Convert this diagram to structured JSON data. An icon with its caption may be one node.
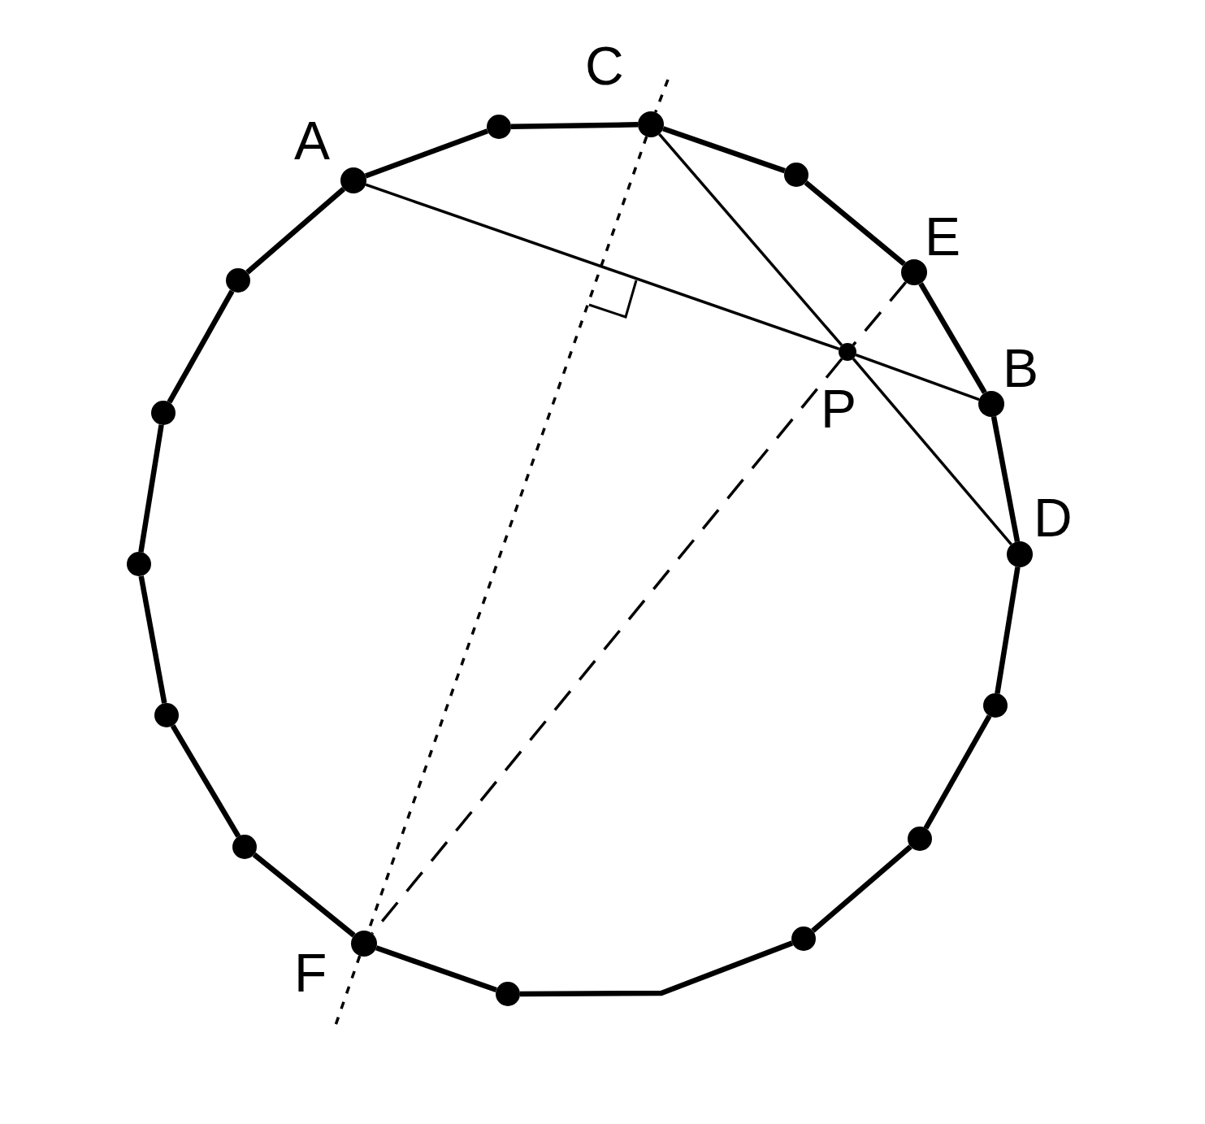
{
  "diagram": {
    "nodes": [
      {
        "text": [],
        "shape": "circle",
        "beside": [
          "A"
        ]
      },
      {
        "text": [],
        "shape": "circle"
      },
      {
        "text": [],
        "shape": "circle",
        "beside": [
          "C"
        ]
      },
      {
        "text": [],
        "shape": "circle"
      },
      {
        "text": [],
        "shape": "circle",
        "beside": [
          "E"
        ]
      },
      {
        "text": [],
        "shape": "circle",
        "beside": [
          "B"
        ]
      },
      {
        "text": [],
        "shape": "circle",
        "beside": [
          "D"
        ]
      },
      {
        "text": [],
        "shape": "circle"
      },
      {
        "text": [],
        "shape": "circle"
      },
      {
        "text": [],
        "shape": "circle"
      },
      {
        "text": [],
        "shape": "circle"
      },
      {
        "text": [],
        "shape": "circle",
        "beside": [
          "F"
        ]
      },
      {
        "text": [],
        "shape": "circle"
      },
      {
        "text": [],
        "shape": "circle"
      },
      {
        "text": [],
        "shape": "circle"
      },
      {
        "text": [],
        "shape": "circle"
      },
      {
        "text": [],
        "shape": "circle"
      },
      {
        "text": [],
        "shape": "circle",
        "beside": [
          "P"
        ]
      }
    ],
    "edges": [
      {
        "from": 0,
        "to": 1,
        "arrow": "none"
      },
      {
        "from": 1,
        "to": 2,
        "arrow": "none"
      },
      {
        "from": 2,
        "to": 3,
        "arrow": "none"
      },
      {
        "from": 3,
        "to": 4,
        "arrow": "none"
      },
      {
        "from": 4,
        "to": 5,
        "arrow": "none"
      },
      {
        "from": 5,
        "to": 6,
        "arrow": "none"
      },
      {
        "from": 6,
        "to": 7,
        "arrow": "none"
      },
      {
        "from": 7,
        "to": 8,
        "arrow": "none"
      },
      {
        "from": 8,
        "to": 9,
        "arrow": "none"
      },
      {
        "from": 9,
        "to": 10,
        "arrow": "none"
      },
      {
        "from": 10,
        "to": 11,
        "arrow": "none"
      },
      {
        "from": 11,
        "to": 12,
        "arrow": "none"
      },
      {
        "from": 12,
        "to": 13,
        "arrow": "none"
      },
      {
        "from": 13,
        "to": 14,
        "arrow": "none"
      },
      {
        "from": 14,
        "to": 15,
        "arrow": "none"
      },
      {
        "from": 15,
        "to": 16,
        "arrow": "none"
      },
      {
        "from": 16,
        "to": 0,
        "arrow": "none"
      },
      {
        "from": 0,
        "to": 17,
        "arrow": "none"
      },
      {
        "from": 17,
        "to": 5,
        "arrow": "none"
      },
      {
        "from": 2,
        "to": 17,
        "arrow": "none"
      },
      {
        "from": 17,
        "to": 6,
        "arrow": "none"
      },
      {
        "from": 2,
        "to": 11,
        "arrow": "none",
        "style": "dashed"
      },
      {
        "from": 4,
        "to": 17,
        "arrow": "none",
        "style": "dashed"
      },
      {
        "from": 17,
        "to": 11,
        "arrow": "none",
        "style": "dashed"
      }
    ]
  }
}
